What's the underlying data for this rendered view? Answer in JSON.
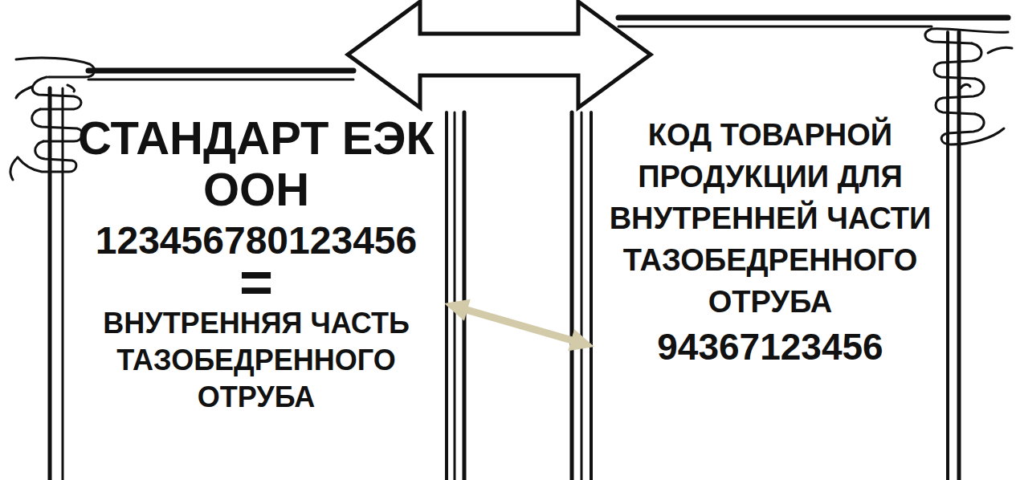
{
  "diagram": {
    "nodes": [
      {
        "text": [
          "СТАНДАРТ ЕЭК ООН",
          "123456780123456",
          "=",
          "ВНУТРЕННЯЯ ЧАСТЬ ТАЗОБЕДРЕННОГО ОТРУБА"
        ]
      },
      {
        "text": [
          "КОД ТОВАРНОЙ ПРОДУКЦИИ ДЛЯ ВНУТРЕННЕЙ ЧАСТИ ТАЗОБЕДРЕННОГО ОТРУБА",
          "94367123456"
        ]
      }
    ],
    "edges": [
      {
        "from": 0,
        "to": 1,
        "arrow": "both"
      },
      {
        "from": 0,
        "to": 1,
        "arrow": "both"
      }
    ]
  }
}
